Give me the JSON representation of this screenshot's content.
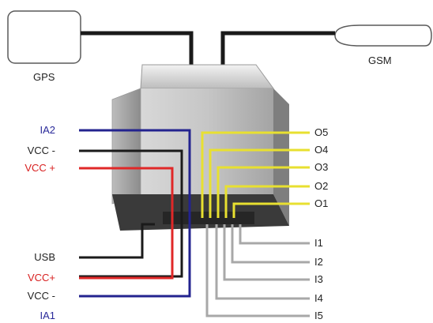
{
  "labels": {
    "gps": "GPS",
    "gsm": "GSM",
    "ia2": "IA2",
    "vcc_minus_top": "VCC -",
    "vcc_plus_top": "VCC +",
    "usb": "USB",
    "vcc_plus_bottom": "VCC+",
    "vcc_minus_bottom": "VCC -",
    "ia1": "IA1",
    "o5": "O5",
    "o4": "O4",
    "o3": "O3",
    "o2": "O2",
    "o1": "O1",
    "i1": "I1",
    "i2": "I2",
    "i3": "I3",
    "i4": "I4",
    "i5": "I5"
  },
  "colors": {
    "blue_wire": "#23238f",
    "red_wire": "#e02828",
    "black_wire": "#1a1a1a",
    "yellow_wire": "#e8e030",
    "gray_wire": "#a8a8a8",
    "label_blue": "#2a2a9a",
    "label_red": "#d82020",
    "label_dark": "#222222"
  }
}
